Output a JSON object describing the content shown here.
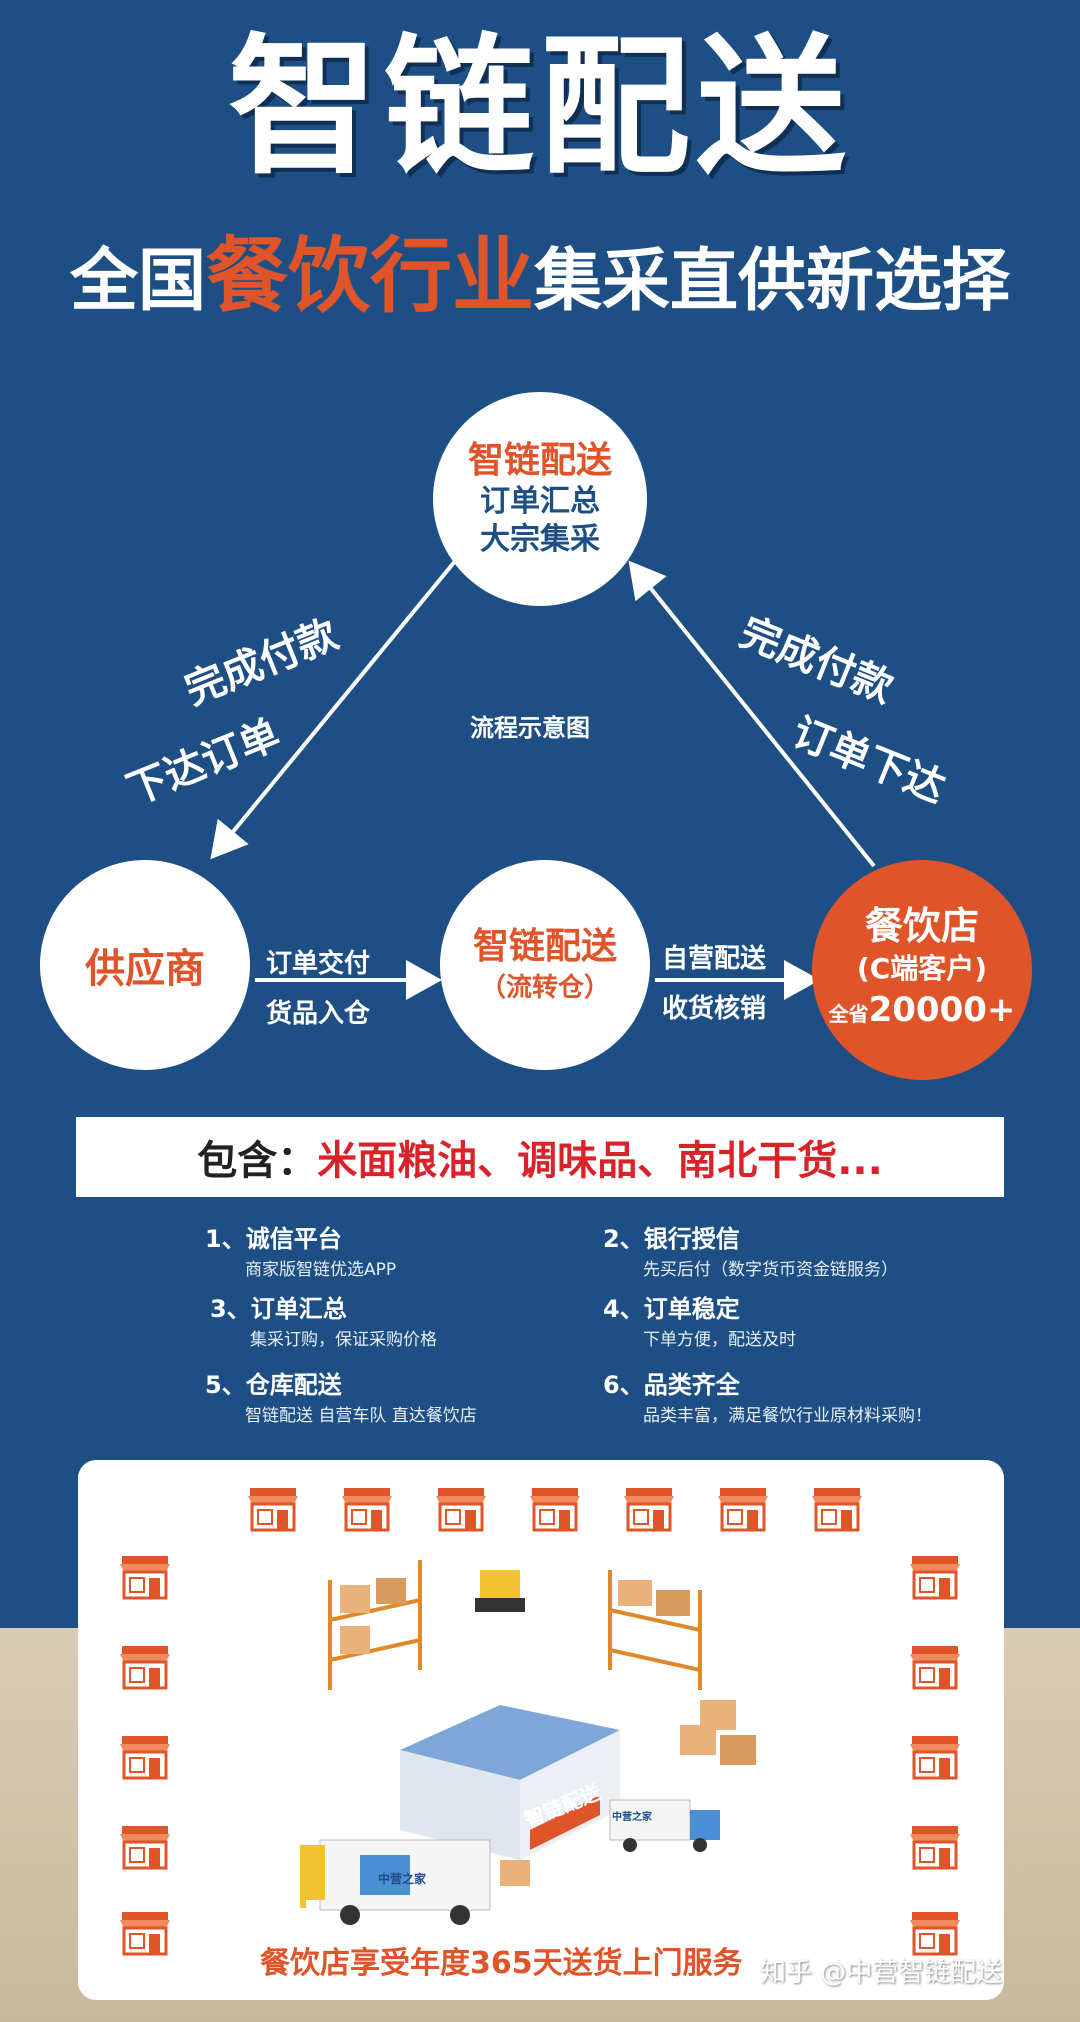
{
  "header": {
    "title": "智链配送",
    "subtitle_pre": "全国",
    "subtitle_highlight": "餐饮行业",
    "subtitle_post": "集采直供新选择"
  },
  "flow": {
    "top_node": {
      "line1": "智链配送",
      "line2": "订单汇总",
      "line3": "大宗集采"
    },
    "left_arrow_text": {
      "line1": "完成付款",
      "line2": "下达订单"
    },
    "right_arrow_text": {
      "line1": "完成付款",
      "line2": "订单下达"
    },
    "center_label": "流程示意图",
    "supplier_node": "供应商",
    "supplier_to_hub": {
      "line1": "订单交付",
      "line2": "货品入仓"
    },
    "hub_node": {
      "line1": "智链配送",
      "line2": "（流转仓）"
    },
    "hub_to_restaurant": {
      "line1": "自营配送",
      "line2": "收货核销"
    },
    "restaurant_node": {
      "line1": "餐饮店",
      "line2": "(C端客户)",
      "line3a": "全省",
      "line3b": "20000+"
    }
  },
  "banner": {
    "prefix": "包含：",
    "items": "米面粮油、调味品、南北干货..."
  },
  "features": [
    {
      "title": "1、诚信平台",
      "desc": "商家版智链优选APP"
    },
    {
      "title": "2、银行授信",
      "desc": "先买后付（数字货币资金链服务）"
    },
    {
      "title": "3、订单汇总",
      "desc": "集采订购，保证采购价格"
    },
    {
      "title": "4、订单稳定",
      "desc": "下单方便，配送及时"
    },
    {
      "title": "5、仓库配送",
      "desc": "智链配送 自营车队 直达餐饮店"
    },
    {
      "title": "6、品类齐全",
      "desc": "品类丰富，满足餐饮行业原材料采购！"
    }
  ],
  "illustration": {
    "warehouse_sign": "智链配送",
    "truck_logo": "中营之家",
    "caption": "餐饮店享受年度365天送货上门服务"
  },
  "watermark": "知乎 @中营智链配送",
  "colors": {
    "primary_blue": "#1d4f85",
    "accent_orange": "#e0542a",
    "banner_red": "#d8232a"
  }
}
